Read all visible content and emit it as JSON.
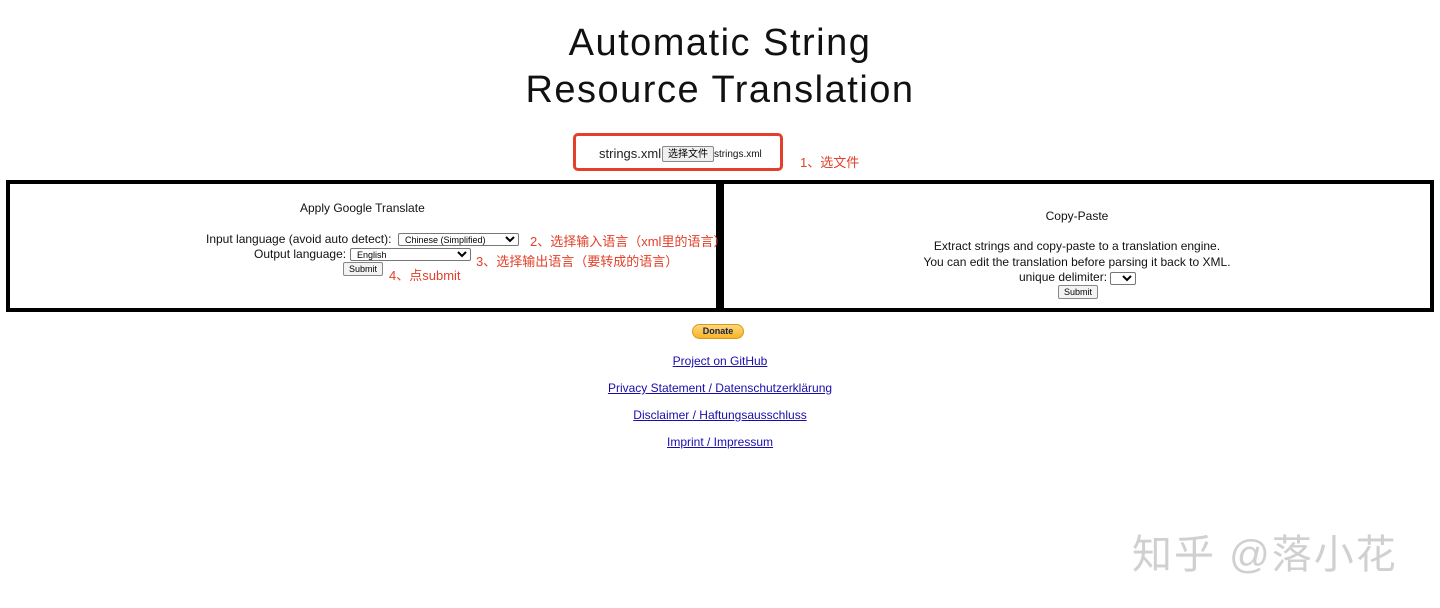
{
  "header": {
    "title_line1": "Automatic String",
    "title_line2": "Resource Translation"
  },
  "file_picker": {
    "label": "strings.xml:",
    "button_label": "选择文件",
    "file_name": "strings.xml"
  },
  "annotations": {
    "step1": "1、选文件",
    "step2": "2、选择输入语言（xml里的语言）",
    "step3": "3、选择输出语言（要转成的语言）",
    "step4": "4、点submit"
  },
  "google_panel": {
    "title": "Apply Google Translate",
    "input_label": "Input language (avoid auto detect):",
    "input_value": "Chinese (Simplified)",
    "output_label": "Output language:",
    "output_value": "English",
    "submit_label": "Submit"
  },
  "copy_panel": {
    "title": "Copy-Paste",
    "line1": "Extract strings and copy-paste to a translation engine.",
    "line2": "You can edit the translation before parsing it back to XML.",
    "delimiter_label": "unique delimiter:",
    "delimiter_value": "::",
    "submit_label": "Submit"
  },
  "donate": {
    "label": "Donate"
  },
  "links": {
    "github": "Project on GitHub",
    "privacy": "Privacy Statement / Datenschutzerklärung",
    "disclaimer": "Disclaimer / Haftungsausschluss",
    "imprint": "Imprint / Impressum"
  },
  "watermark": {
    "text": "知乎 @落小花"
  },
  "colors": {
    "annotation": "#e2402a",
    "link": "#1a0dab",
    "panel_border": "#000000",
    "donate": "#f7b425"
  }
}
